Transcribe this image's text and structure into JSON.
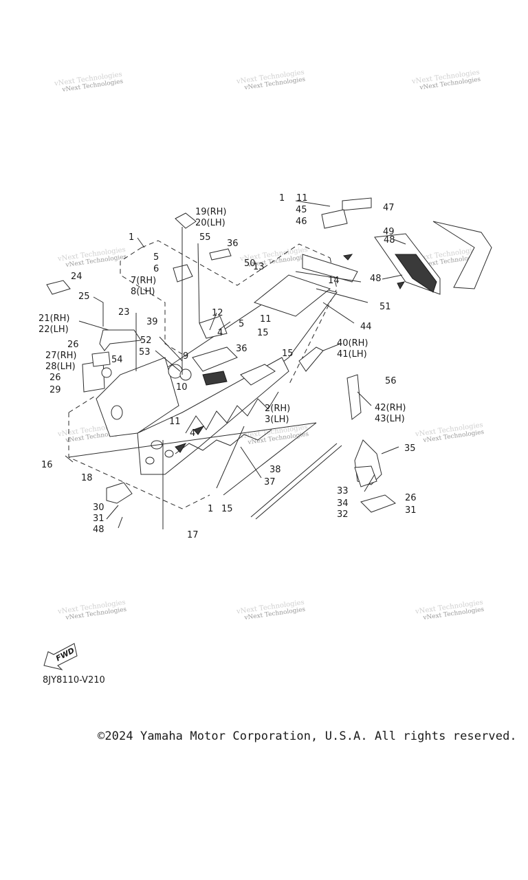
{
  "diagram_code": "8JY8110-V210",
  "copyright": "©2024 Yamaha Motor Corporation, U.S.A. All rights reserved.",
  "fwd_label": "FWD",
  "watermark": "vNext Technologies",
  "callouts": {
    "c1a": "1",
    "c1b": "1",
    "c1c": "1",
    "c2": "2(RH)",
    "c3": "3(LH)",
    "c4a": "4",
    "c4b": "4",
    "c5a": "5",
    "c5b": "5",
    "c6": "6",
    "c7": "7(RH)",
    "c8": "8(LH)",
    "c9": "9",
    "c10": "10",
    "c11a": "11",
    "c11b": "11",
    "c11c": "11",
    "c12": "12",
    "c13": "13",
    "c14": "14",
    "c15a": "15",
    "c15b": "15",
    "c15c": "15",
    "c16": "16",
    "c17": "17",
    "c18": "18",
    "c19": "19(RH)",
    "c20": "20(LH)",
    "c21": "21(RH)",
    "c22": "22(LH)",
    "c23": "23",
    "c24": "24",
    "c25": "25",
    "c26a": "26",
    "c26b": "26",
    "c26c": "26",
    "c27": "27(RH)",
    "c28": "28(LH)",
    "c29": "29",
    "c30": "30",
    "c31a": "31",
    "c31b": "31",
    "c32": "32",
    "c33": "33",
    "c34": "34",
    "c35": "35",
    "c36a": "36",
    "c36b": "36",
    "c37": "37",
    "c38": "38",
    "c39": "39",
    "c40": "40(RH)",
    "c41": "41(LH)",
    "c42": "42(RH)",
    "c43": "43(LH)",
    "c44": "44",
    "c45": "45",
    "c46": "46",
    "c47": "47",
    "c48a": "48",
    "c48b": "48",
    "c48c": "48",
    "c49": "49",
    "c50": "50",
    "c51": "51",
    "c52": "52",
    "c53": "53",
    "c54": "54",
    "c55": "55",
    "c56": "56"
  }
}
